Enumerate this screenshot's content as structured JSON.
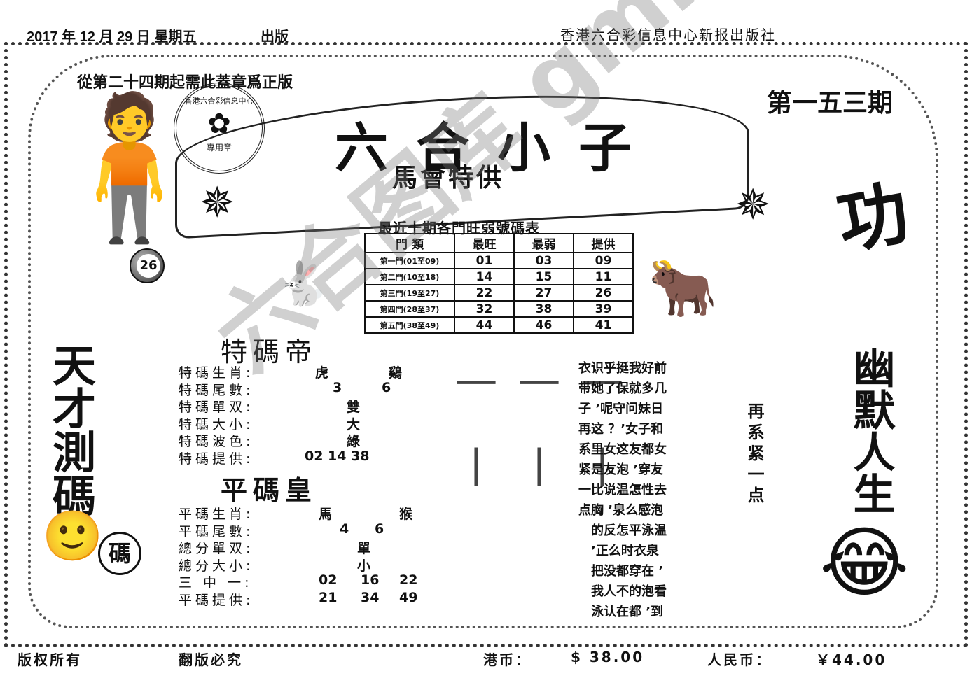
{
  "header": {
    "date": "2017 年 12 月 29 日 星期五",
    "published": "出版",
    "publisher": "香港六合彩信息中心新报出版社"
  },
  "notice": "從第二十四期起需此蓋章爲正版",
  "stamp": {
    "text": "香港六合彩信息中心",
    "bottom": "專用章"
  },
  "banner": {
    "title": "六合小子",
    "subtitle": "馬會特供"
  },
  "issue": "第一五三期",
  "ball_number": "26",
  "left_title": "天才測碼",
  "badge": "碼",
  "right_title": "幽默人生",
  "right_char": "功",
  "table": {
    "title": "最近十期各門旺弱號碼表",
    "headers": [
      "門 類",
      "最旺",
      "最弱",
      "提供"
    ],
    "rows": [
      [
        "第一門(01至09)",
        "01",
        "03",
        "09"
      ],
      [
        "第二門(10至18)",
        "14",
        "15",
        "11"
      ],
      [
        "第三門(19至27)",
        "22",
        "27",
        "26"
      ],
      [
        "第四門(28至37)",
        "32",
        "38",
        "39"
      ],
      [
        "第五門(38至49)",
        "44",
        "46",
        "41"
      ]
    ]
  },
  "special": {
    "title": "特碼帝",
    "rows": [
      {
        "label": "特碼生肖:",
        "values": [
          "虎",
          "鷄"
        ]
      },
      {
        "label": "特碼尾數:",
        "values": [
          "3",
          "6"
        ]
      },
      {
        "label": "特碼單双:",
        "values": [
          "雙"
        ]
      },
      {
        "label": "特碼大小:",
        "values": [
          "大"
        ]
      },
      {
        "label": "特碼波色:",
        "values": [
          "綠"
        ]
      },
      {
        "label": "特碼提供:",
        "values": [
          "02 14 38"
        ]
      }
    ]
  },
  "flat": {
    "title": "平碼皇",
    "rows": [
      {
        "label": "平碼生肖:",
        "values": [
          "馬",
          "猴"
        ]
      },
      {
        "label": "平碼尾數:",
        "values": [
          "4",
          "6"
        ]
      },
      {
        "label": "總分單双:",
        "values": [
          "單"
        ]
      },
      {
        "label": "總分大小:",
        "values": [
          "小"
        ]
      },
      {
        "label": "三 中 一:",
        "values": [
          "02",
          "16",
          "22"
        ]
      },
      {
        "label": "平碼提供:",
        "values": [
          "21",
          "34",
          "49"
        ]
      }
    ]
  },
  "poem": [
    "衣识乎挺我好前",
    "带她了保就多几",
    "子 ’呢守问妹日",
    "再这 ？’女子和",
    "系里女这友都女",
    "紧是友泡 ’穿友",
    "一比说温怎性去",
    "点胸 ’泉么感泡",
    "　的反怎平泳温",
    "　’正么时衣泉",
    "　把没都穿在 ’",
    "　我人不的泡看",
    "　泳认在都 ’到"
  ],
  "side_phrase": "再系紧一点",
  "watermark": "六合图库 gm.com",
  "footer": {
    "copyright": "版权所有",
    "no_reprint": "翻版必究",
    "hkd_label": "港币：",
    "hkd": "$ 38.00",
    "rmb_label": "人民币：",
    "rmb": "￥44.00"
  }
}
